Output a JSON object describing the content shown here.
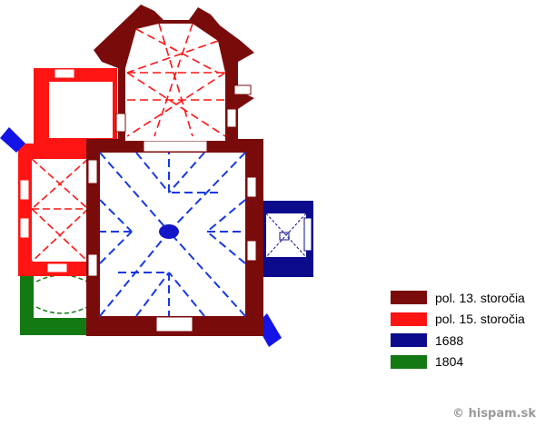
{
  "colors": {
    "c13": "#7a0b0b",
    "c15": "#ff1414",
    "c1688": "#0b0b8c",
    "c1804": "#137a13",
    "vault_red": "#ff1414",
    "vault_blue": "#1438e6",
    "vault_green": "#137a13"
  },
  "legend": [
    {
      "label": "pol. 13. storočia",
      "color": "#7a0b0b"
    },
    {
      "label": "pol. 15. storočia",
      "color": "#ff1414"
    },
    {
      "label": "1688",
      "color": "#0b0b8c"
    },
    {
      "label": "1804",
      "color": "#137a13"
    }
  ],
  "copyright": "© hispam.sk"
}
